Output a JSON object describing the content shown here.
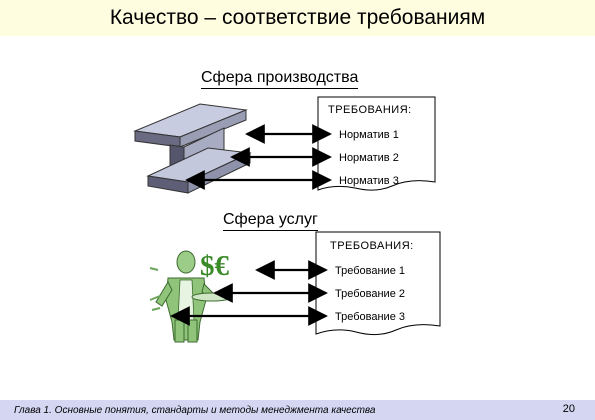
{
  "title": "Качество – соответствие требованиям",
  "production": {
    "heading": "Сфера производства",
    "requirements_title": "ТРЕБОВАНИЯ:",
    "items": [
      "Норматив 1",
      "Норматив 2",
      "Норматив 3"
    ]
  },
  "services": {
    "heading": "Сфера услуг",
    "currency_label": "$€",
    "requirements_title": "ТРЕБОВАНИЯ:",
    "items": [
      "Требование 1",
      "Требование 2",
      "Требование 3"
    ]
  },
  "footer": {
    "text": "Глава 1. Основные понятия, стандарты и методы менеджмента качества",
    "page": "20"
  },
  "colors": {
    "title_bg": "#fffde0",
    "footer_bg": "#d4d6f2",
    "beam_dark": "#5a5a72",
    "beam_light": "#b4b8cc",
    "figure_green": "#8fc47a",
    "currency_green": "#3a8a28"
  },
  "icons": [
    "i-beam-icon",
    "service-person-icon"
  ]
}
